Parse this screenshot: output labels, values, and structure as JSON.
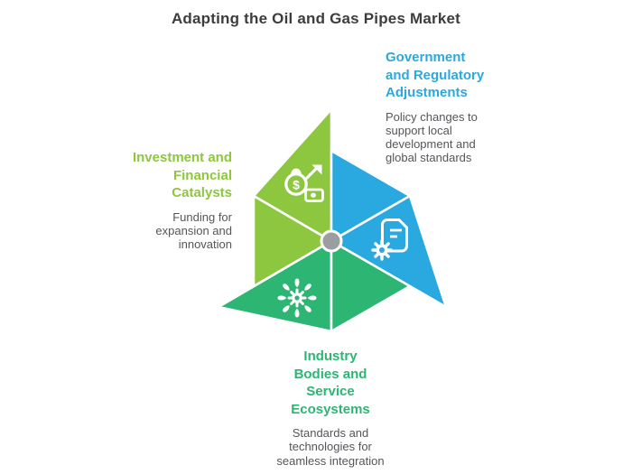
{
  "title": "Adapting the Oil and Gas Pipes Market",
  "center_dot_color": "#9c9da1",
  "icon_glyphs": {
    "money_bag_symbol": "$"
  },
  "segments": [
    {
      "id": "government-regulatory",
      "color": "#29a9e0",
      "heading_lines": [
        "Government",
        "and Regulatory",
        "Adjustments"
      ],
      "body_lines": [
        "Policy changes to",
        "support local",
        "development and",
        "global standards"
      ],
      "icon": "document-gear-icon"
    },
    {
      "id": "investment-financial",
      "color": "#8dc63f",
      "heading_lines": [
        "Investment and",
        "Financial",
        "Catalysts"
      ],
      "body_lines": [
        "Funding for",
        "expansion and",
        "innovation"
      ],
      "icon": "money-bag-growth-icon"
    },
    {
      "id": "industry-service",
      "color": "#2db573",
      "heading_lines": [
        "Industry",
        "Bodies and",
        "Service",
        "Ecosystems"
      ],
      "body_lines": [
        "Standards and",
        "technologies for",
        "seamless integration"
      ],
      "icon": "gear-drops-icon"
    }
  ]
}
